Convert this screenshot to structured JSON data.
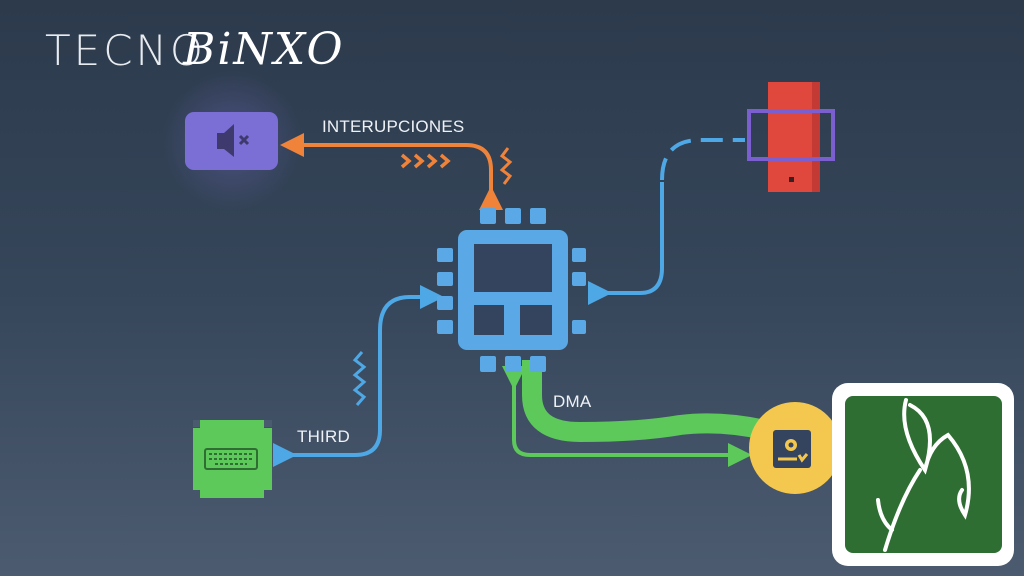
{
  "logo": {
    "word1": "TECNO",
    "word2": "BiNXO"
  },
  "labels": {
    "interrupts": "INTERUPCIONES",
    "dma": "DMA",
    "third": "THIRD"
  },
  "colors": {
    "interrupt": "#f0833a",
    "bus": "#4fa8e6",
    "dma": "#5cc95a",
    "speaker": "#7b6fd6",
    "disk": "#f4c84e",
    "red_device": "#e0483e",
    "brand_green": "#2f6e33"
  },
  "icons": [
    "speaker-muted-icon",
    "cpu-chip-icon",
    "red-device-icon",
    "keyboard-icon",
    "hard-disk-icon",
    "brand-logo-icon"
  ]
}
